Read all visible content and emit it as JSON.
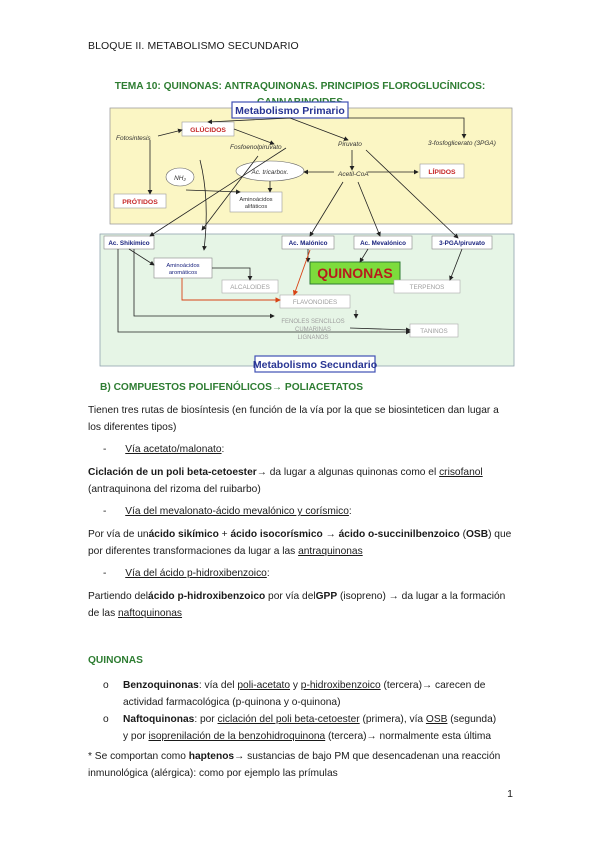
{
  "header": "BLOQUE II. METABOLISMO SECUNDARIO",
  "title": {
    "line1": "TEMA 10: QUINONAS: ANTRAQUINONAS. PRINCIPIOS FLOROGLUCÍNICOS:",
    "line2": "CANNABINOIDES"
  },
  "diagram": {
    "primary_title": "Metabolismo Primario",
    "secondary_title": "Metabolismo Secundario",
    "fotosintesis": "Fotosintesis",
    "glucidos": "GLÚCIDOS",
    "fosfoenolpiruvato": "Fosfoenolpiruvato",
    "piruvato": "Piruvato",
    "fosfoglicerato": "3-fosfoglicerato (3PGA)",
    "nh2": "NH₂",
    "ac_tricarboxilico": "Ac. tricarbox.",
    "acetil_coa": "Acetil-CoA",
    "lipidos": "LÍPIDOS",
    "protidos": "PRÓTIDOS",
    "aminoacidos_alifaticos_1": "Aminoácidos",
    "aminoacidos_alifaticos_2": "alifáticos",
    "ac_shikimico": "Ac. Shikímico",
    "ac_malonico": "Ac. Malónico",
    "ac_mevalonico": "Ac. Mevalónico",
    "pga_piruvato": "3-PGA/piruvato",
    "aminoacidos_aromaticos_1": "Aminoácidos",
    "aminoacidos_aromaticos_2": "aromáticos",
    "quinonas": "QUINONAS",
    "alcaloides": "ALCALOIDES",
    "terpenos": "TERPENOS",
    "flavonoides": "FLAVONOIDES",
    "fenoles_1": "FENOLES SENCILLOS",
    "fenoles_2": "CUMARINAS",
    "fenoles_3": "LIGNANOS",
    "taninos": "TANINOS"
  },
  "section_b": "B)   COMPUESTOS POLIFENÓLICOS→ POLIACETATOS",
  "intro": {
    "line1": "Tienen tres rutas de biosíntesis (en función de la vía por la que se biosinteticen dan lugar a",
    "line2": "los diferentes tipos)"
  },
  "ruta1": {
    "dash": "-",
    "label": "Vía acetato/malonato",
    "colon": ":"
  },
  "ruta1_text": {
    "bold": "Ciclación de un poli beta-cetoester",
    "mid": "→ da lugar a algunas quinonas como el ",
    "under": "crisofanol",
    "line2": "(antraquinona del rizoma del ruibarbo)"
  },
  "ruta2": {
    "dash": "-",
    "label": "Vía del mevalonato-ácido mevalónico y corísmico",
    "colon": ":"
  },
  "ruta2_text": {
    "a": "Por vía de un",
    "b": "ácido sikímico",
    "c": " + ",
    "d": "ácido isocorísmico",
    "e": " → ",
    "f": "ácido o-succinilbenzoico",
    "g": " (",
    "h": "OSB",
    "i": ") que",
    "line2a": "por diferentes transformaciones da lugar a las ",
    "line2b": "antraquinonas"
  },
  "ruta3": {
    "dash": "-",
    "label": "Vía del ácido p-hidroxibenzoico",
    "colon": ":"
  },
  "ruta3_text": {
    "a": "Partiendo del",
    "b": "ácido p-hidroxibenzoico",
    "c": " por vía del",
    "d": "GPP",
    "e": " (isopreno) → da lugar a la formación",
    "line2a": "de las ",
    "line2b": "naftoquinonas"
  },
  "quinonas_heading": "QUINONAS",
  "bullets": [
    {
      "marker": "o",
      "bold": "Benzoquinonas",
      "t1": ": vía del ",
      "u1": "poli-acetato",
      "t2": " y ",
      "u2": "p-hidroxibenzoico",
      "t3": " (tercera)→ carecen de",
      "line2": "actividad farmacológica (p-quinona y o-quinona)"
    },
    {
      "marker": "o",
      "bold": "Naftoquinonas",
      "t1": ": por ",
      "u1": "ciclación del poli beta-cetoester",
      "t2": " (primera), vía ",
      "u2": "OSB",
      "t3": " (segunda)",
      "line2a": "y por ",
      "line2u": "isoprenilación de la benzohidroquinona",
      "line2b": " (tercera)→ normalmente esta última"
    }
  ],
  "note": {
    "a": "* Se comportan como ",
    "b": "haptenos",
    "c": "→ sustancias de bajo PM que desencadenan una reacción",
    "line2": "inmunológica (alérgica): como por ejemplo las prímulas"
  },
  "page_number": "1",
  "colors": {
    "green_heading": "#2e7d32",
    "primary_bg": "#fbf6c4",
    "secondary_bg": "#e6f5e6",
    "red_label": "#c62828",
    "blue_frame": "#3f51b5",
    "quinonas_bg": "#7ddc3c"
  }
}
